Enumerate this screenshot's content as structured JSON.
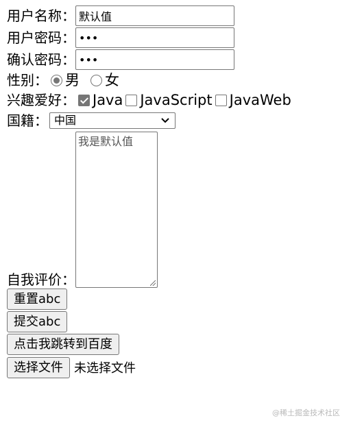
{
  "form": {
    "username": {
      "label": "用户名称：",
      "value": "默认值"
    },
    "password": {
      "label": "用户密码：",
      "value": "•••"
    },
    "confirm": {
      "label": "确认密码：",
      "value": "•••"
    },
    "gender": {
      "label": "性别：",
      "options": [
        {
          "label": "男",
          "checked": true
        },
        {
          "label": "女",
          "checked": false
        }
      ]
    },
    "hobby": {
      "label": "兴趣爱好：",
      "options": [
        {
          "label": "Java",
          "checked": true
        },
        {
          "label": "JavaScript",
          "checked": false
        },
        {
          "label": "JavaWeb",
          "checked": false
        }
      ]
    },
    "nationality": {
      "label": "国籍：",
      "selected": "中国"
    },
    "evaluation": {
      "label": "自我评价：",
      "value": "我是默认值"
    },
    "buttons": {
      "reset": "重置abc",
      "submit": "提交abc",
      "jump": "点击我跳转到百度"
    },
    "file": {
      "choose_label": "选择文件",
      "status": "未选择文件"
    }
  },
  "watermark": "@稀土掘金技术社区"
}
